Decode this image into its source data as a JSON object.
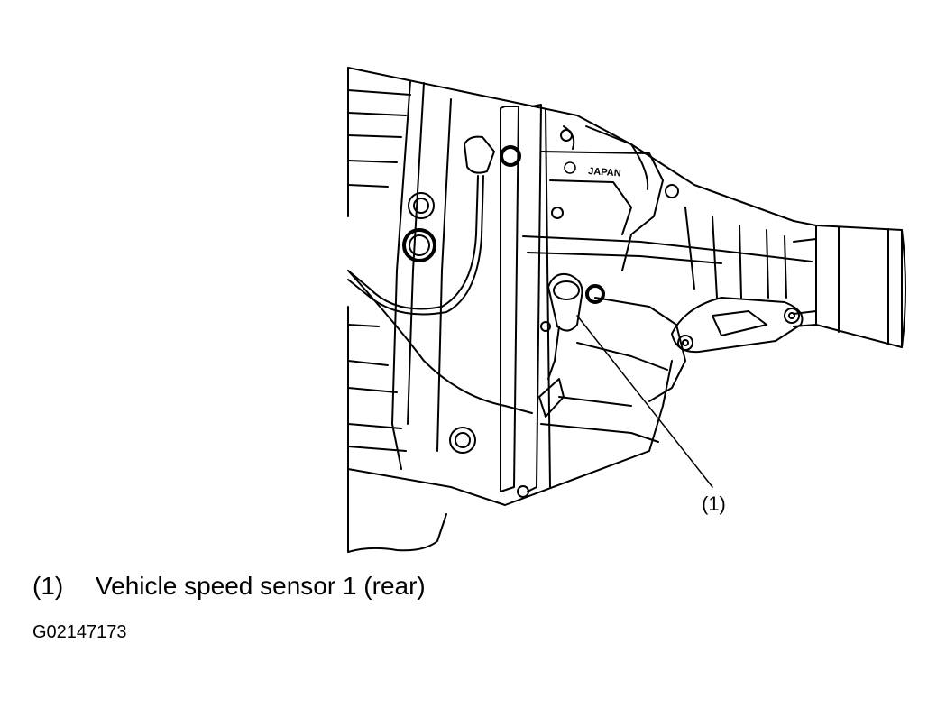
{
  "diagram": {
    "stamp_text": "JAPAN",
    "callout_marker": "(1)"
  },
  "legend": [
    {
      "number": "(1)",
      "text": "Vehicle speed sensor 1 (rear)"
    }
  ],
  "figure_id": "G02147173"
}
